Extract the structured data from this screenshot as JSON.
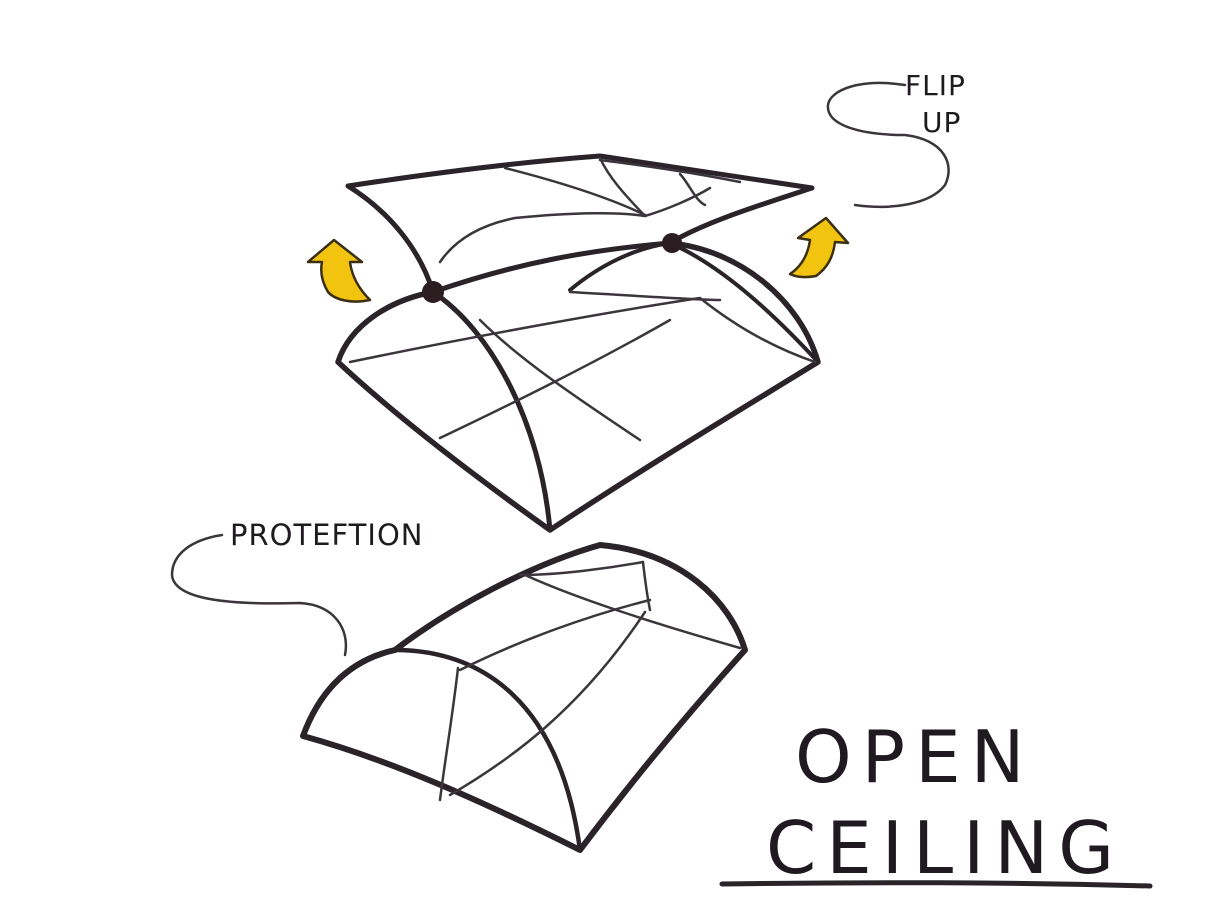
{
  "labels": {
    "flip_line1": "FLIP",
    "flip_line2": "UP",
    "protection": "PROTEFTION",
    "title_line1": "OPEN",
    "title_line2": "CEILING"
  },
  "colors": {
    "ink": "#2a2429",
    "ink_light": "#3b363b",
    "arrow_fill": "#f2c40f",
    "arrow_stroke": "#3a2f12",
    "hinge": "#2b1d20",
    "background": "#ffffff"
  },
  "icons": {
    "left_arrow": "curved-up-arrow-icon",
    "right_arrow": "curved-up-arrow-icon",
    "hinge": "hinge-dot-icon"
  }
}
